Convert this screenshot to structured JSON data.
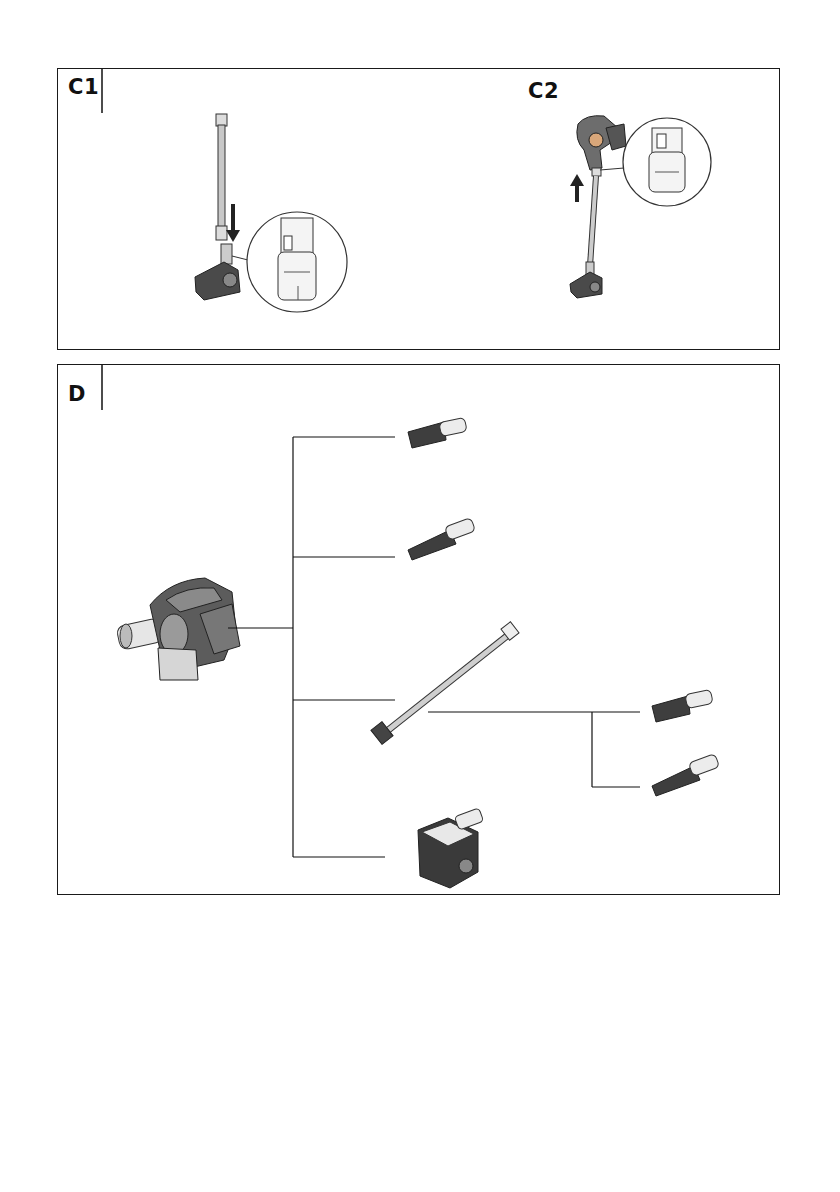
{
  "diagram": {
    "nodes": [
      {
        "text": [
          "C1",
          "C2"
        ]
      },
      {
        "text": [
          "D"
        ]
      }
    ]
  }
}
